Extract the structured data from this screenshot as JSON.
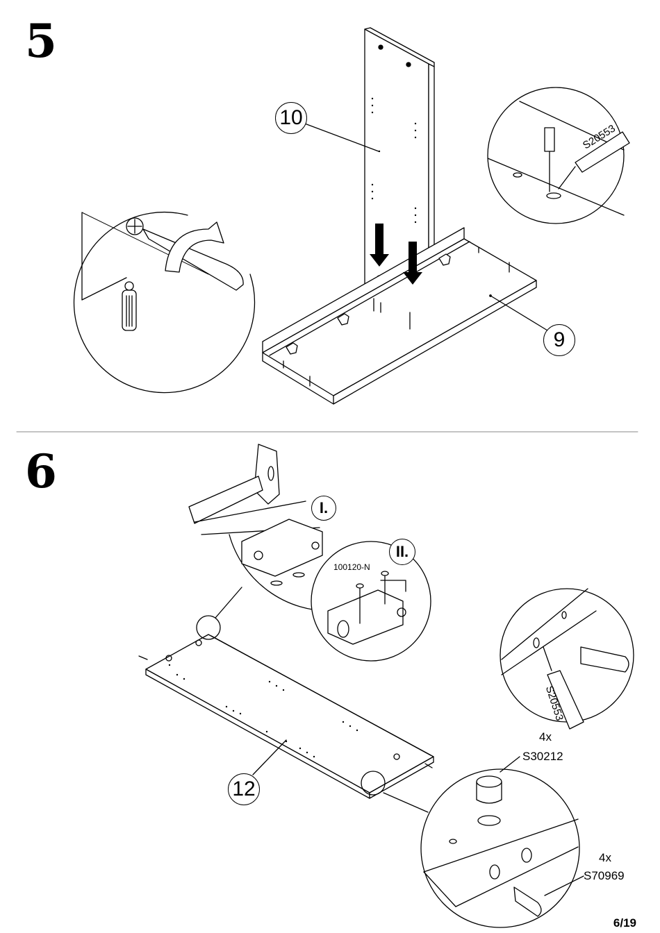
{
  "steps": {
    "step5": {
      "number": "5",
      "parts": {
        "panel_top": "10",
        "panel_base": "9"
      },
      "glue_label": "S20553"
    },
    "step6": {
      "number": "6",
      "part": "12",
      "substeps": {
        "first": "I.",
        "second": "II."
      },
      "screw_label": "100120-N",
      "glue_label": "S20553",
      "cam": {
        "qty": "4x",
        "code": "S30212"
      },
      "dowel": {
        "qty": "4x",
        "code": "S70969"
      }
    }
  },
  "footer": {
    "page": "6/19"
  }
}
